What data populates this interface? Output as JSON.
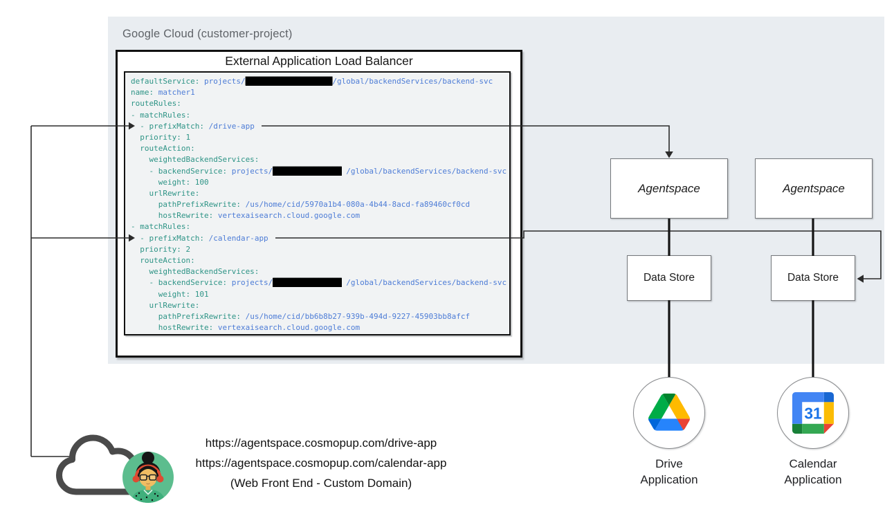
{
  "colors": {
    "panel_bg": "#e9edf1",
    "panel_label": "#5f6368",
    "box_border": "#111111",
    "code_bg": "#f1f3f4",
    "code_key": "#2e9486",
    "code_value": "#4d7cd6",
    "code_number": "#2e9486",
    "redact": "#000000",
    "node_border": "#74777b",
    "wire": "#2b2b2b",
    "wire_thick": "#141414"
  },
  "panel": {
    "label": "Google Cloud (customer-project)"
  },
  "load_balancer": {
    "title": "External Application Load Balancer"
  },
  "code": {
    "lines": [
      [
        {
          "c": "k",
          "t": "defaultService:"
        },
        {
          "c": "v",
          "t": " projects/"
        },
        {
          "c": "r",
          "t": "███████████████████"
        },
        {
          "c": "v",
          "t": "/global/backendServices/backend-svc"
        }
      ],
      [
        {
          "c": "k",
          "t": "name:"
        },
        {
          "c": "v",
          "t": " matcher1"
        }
      ],
      [
        {
          "c": "k",
          "t": "routeRules:"
        }
      ],
      [
        {
          "c": "k",
          "t": "- matchRules:"
        }
      ],
      [
        {
          "c": "k",
          "t": "  - prefixMatch:"
        },
        {
          "c": "v",
          "t": " /drive-app"
        }
      ],
      [
        {
          "c": "k",
          "t": "  priority:"
        },
        {
          "c": "n",
          "t": " 1"
        }
      ],
      [
        {
          "c": "k",
          "t": "  routeAction:"
        }
      ],
      [
        {
          "c": "k",
          "t": "    weightedBackendServices:"
        }
      ],
      [
        {
          "c": "k",
          "t": "    - backendService:"
        },
        {
          "c": "v",
          "t": " projects/"
        },
        {
          "c": "r",
          "t": "███████████████"
        },
        {
          "c": "v",
          "t": " /global/backendServices/backend-svc"
        }
      ],
      [
        {
          "c": "k",
          "t": "      weight:"
        },
        {
          "c": "n",
          "t": " 100"
        }
      ],
      [
        {
          "c": "k",
          "t": "    urlRewrite:"
        }
      ],
      [
        {
          "c": "k",
          "t": "      pathPrefixRewrite:"
        },
        {
          "c": "v",
          "t": " /us/home/cid/5970a1b4-080a-4b44-8acd-fa89460cf0cd"
        }
      ],
      [
        {
          "c": "k",
          "t": "      hostRewrite:"
        },
        {
          "c": "v",
          "t": " vertexaisearch.cloud.google.com"
        }
      ],
      [
        {
          "c": "k",
          "t": "- matchRules:"
        }
      ],
      [
        {
          "c": "k",
          "t": "  - prefixMatch:"
        },
        {
          "c": "v",
          "t": " /calendar-app"
        }
      ],
      [
        {
          "c": "k",
          "t": "  priority:"
        },
        {
          "c": "n",
          "t": " 2"
        }
      ],
      [
        {
          "c": "k",
          "t": "  routeAction:"
        }
      ],
      [
        {
          "c": "k",
          "t": "    weightedBackendServices:"
        }
      ],
      [
        {
          "c": "k",
          "t": "    - backendService:"
        },
        {
          "c": "v",
          "t": " projects/"
        },
        {
          "c": "r",
          "t": "███████████████"
        },
        {
          "c": "v",
          "t": " /global/backendServices/backend-svc"
        }
      ],
      [
        {
          "c": "k",
          "t": "      weight:"
        },
        {
          "c": "n",
          "t": " 101"
        }
      ],
      [
        {
          "c": "k",
          "t": "    urlRewrite:"
        }
      ],
      [
        {
          "c": "k",
          "t": "      pathPrefixRewrite:"
        },
        {
          "c": "v",
          "t": " /us/home/cid/bb6b8b27-939b-494d-9227-45903bb8afcf"
        }
      ],
      [
        {
          "c": "k",
          "t": "      hostRewrite:"
        },
        {
          "c": "v",
          "t": " vertexaisearch.cloud.google.com"
        }
      ]
    ]
  },
  "nodes": {
    "agentspace_1": {
      "label": "Agentspace"
    },
    "agentspace_2": {
      "label": "Agentspace"
    },
    "datastore_1": {
      "label": "Data Store"
    },
    "datastore_2": {
      "label": "Data Store"
    },
    "drive_app": {
      "line1": "Drive",
      "line2": "Application"
    },
    "calendar_app": {
      "line1": "Calendar",
      "line2": "Application"
    }
  },
  "frontend": {
    "url_drive": "https://agentspace.cosmopup.com/drive-app",
    "url_calendar": "https://agentspace.cosmopup.com/calendar-app",
    "caption": "(Web Front End - Custom Domain)"
  },
  "icons": {
    "drive_logo": {
      "palette": [
        "#0066da",
        "#00ac47",
        "#ea4335",
        "#00832d",
        "#2684fc",
        "#ffba00"
      ]
    },
    "calendar_logo": {
      "palette": [
        "#4285f4",
        "#1967d2",
        "#fbbc04",
        "#34a853",
        "#188038",
        "#ea4335",
        "#1a73e8"
      ],
      "day": "31"
    },
    "cloud_outline": {
      "color": "#4a4a4a"
    },
    "user_avatar": {
      "palette": [
        "#5cbd8e",
        "#151515",
        "#dd4b32",
        "#f1bd63",
        "#3faf7c"
      ]
    }
  }
}
